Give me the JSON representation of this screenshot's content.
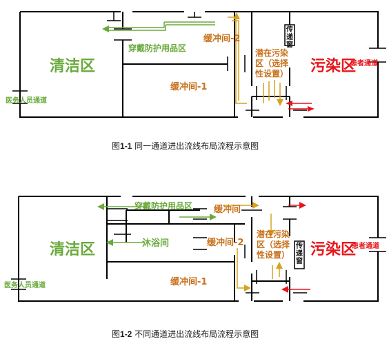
{
  "figure1": {
    "zone_clean": "清洁区",
    "zone_dirty": "污染区",
    "ppe_room": "穿戴防护用品区",
    "buffer1": "缓冲间-1",
    "buffer2": "缓冲间-2",
    "potential_zone": "潜在污染区（选择性设置）",
    "pass_window": "传递窗",
    "staff_passage": "医务人员通道",
    "patient_passage": "患者通道",
    "caption_prefix": "图",
    "caption_num": "1-1",
    "caption_text": " 同一通道进出流线布局流程示意图"
  },
  "figure2": {
    "zone_clean": "清洁区",
    "zone_dirty": "污染区",
    "ppe_room": "穿戴防护用品区",
    "buffer": "缓冲间",
    "shower": "沐浴间",
    "buffer1": "缓冲间-1",
    "buffer2": "缓冲间-2",
    "potential_zone": "潜在污染区（选择性设置）",
    "pass_window": "传递窗",
    "staff_passage": "医务人员通道",
    "patient_passage": "患者通道",
    "caption_prefix": "图",
    "caption_num": "1-2",
    "caption_text": " 不同通道进出流线布局流程示意图"
  },
  "colors": {
    "wall": "#000000",
    "clean_green": "#6aaa3c",
    "buffer_orange": "#c8711c",
    "flow_gold": "#d6a21e",
    "dirty_red": "#e8141b"
  }
}
